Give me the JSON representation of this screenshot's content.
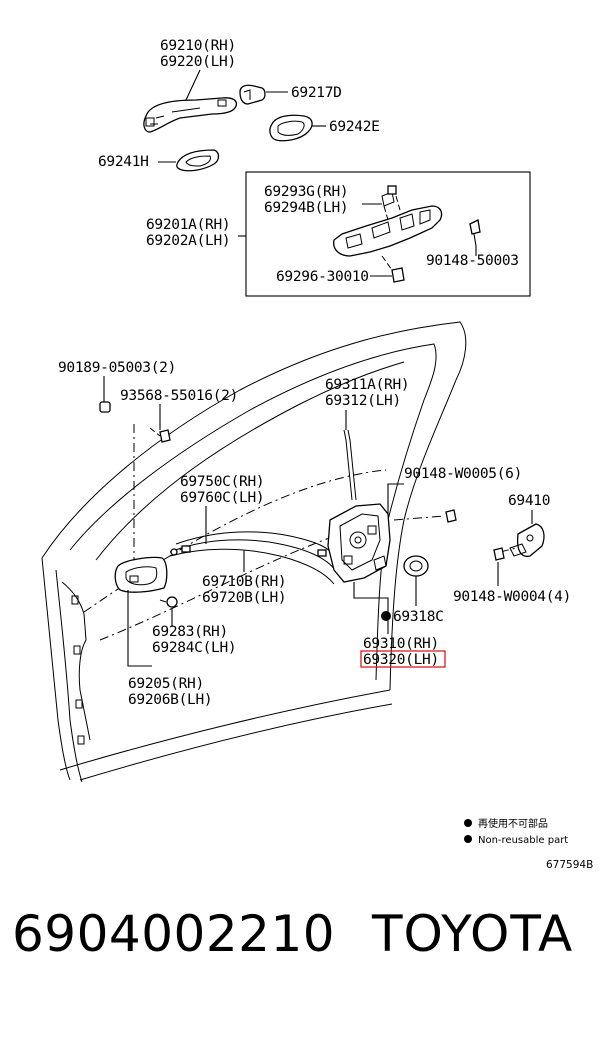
{
  "diagram": {
    "labels": {
      "l69210": "69210(RH)",
      "l69220": "69220(LH)",
      "l69217": "69217D",
      "l69242": "69242E",
      "l69241": "69241H",
      "l69293": "69293G(RH)",
      "l69294": "69294B(LH)",
      "l69201": "69201A(RH)",
      "l69202": "69202A(LH)",
      "l90148a": "90148-50003",
      "l69296": "69296-30010",
      "l90189": "90189-05003(2)",
      "l93568": "93568-55016(2)",
      "l69311": "69311A(RH)",
      "l69312": "69312(LH)",
      "l90148b": "90148-W0005(6)",
      "l69410": "69410",
      "l69750": "69750C(RH)",
      "l69760": "69760C(LH)",
      "l69710": "69710B(RH)",
      "l69720": "69720B(LH)",
      "l90148c": "90148-W0004(4)",
      "l69318": "69318C",
      "l69283": "69283(RH)",
      "l69284": "69284C(LH)",
      "l69310": "69310(RH)",
      "l69320": "69320(LH)",
      "l69205": "69205(RH)",
      "l69206": "69206B(LH)"
    },
    "legend_jp": "再使用不可部品",
    "legend_en": "Non-reusable part",
    "diagram_code": "677594B",
    "highlight_color": "#e0191b"
  },
  "footer": {
    "part_number": "6904002210",
    "brand": "TOYOTA"
  }
}
